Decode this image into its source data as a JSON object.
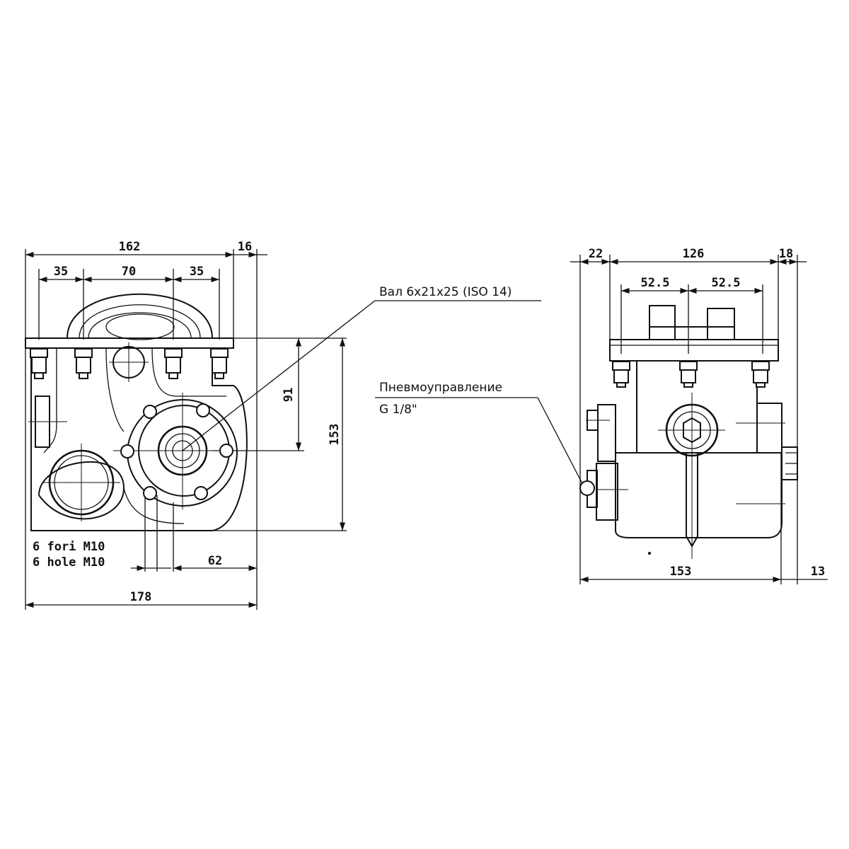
{
  "front_view": {
    "dims": {
      "top_overall": "162",
      "top_right": "16",
      "bolt_left": "35",
      "bolt_mid": "70",
      "bolt_right": "35",
      "height_shaft": "91",
      "height_total": "153",
      "shaft_offset": "62",
      "bottom_overall": "178"
    },
    "hole_note": {
      "line1": "6 fori M10",
      "line2": "6 hole M10"
    }
  },
  "side_view": {
    "dims": {
      "top_left": "22",
      "top_mid": "126",
      "top_right": "18",
      "bolt_left": "52.5",
      "bolt_right": "52.5",
      "bottom_overall": "153",
      "bottom_right": "13"
    }
  },
  "callouts": {
    "shaft": "Вал 6x21x25 (ISO 14)",
    "pneumatic_line1": "Пневмоуправление",
    "pneumatic_line2": "G 1/8\""
  }
}
